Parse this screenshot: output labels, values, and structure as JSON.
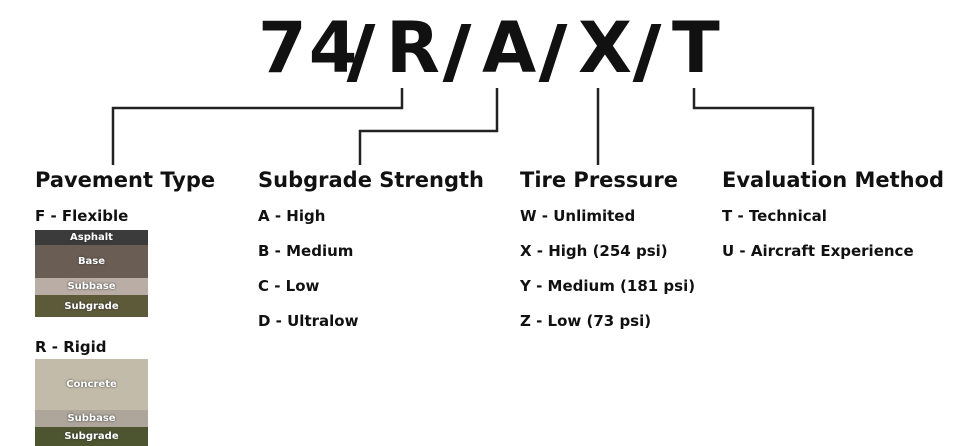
{
  "code": {
    "part1": "74",
    "part2": "R",
    "part3": "A",
    "part4": "X",
    "part5": "T"
  },
  "columns": {
    "pavement": {
      "heading": "Pavement Type",
      "flexible_label": "F - Flexible",
      "flexible_layers": [
        "Asphalt",
        "Base",
        "Subbase",
        "Subgrade"
      ],
      "rigid_label": "R - Rigid",
      "rigid_layers": [
        "Concrete",
        "Subbase",
        "Subgrade"
      ]
    },
    "subgrade": {
      "heading": "Subgrade Strength",
      "items": [
        "A - High",
        "B - Medium",
        "C - Low",
        "D - Ultralow"
      ]
    },
    "tire": {
      "heading": "Tire Pressure",
      "items": [
        "W - Unlimited",
        "X - High (254 psi)",
        "Y - Medium (181 psi)",
        "Z - Low (73 psi)"
      ]
    },
    "evaluation": {
      "heading": "Evaluation Method",
      "items": [
        "T - Technical",
        "U - Aircraft Experience"
      ]
    }
  },
  "colors": {
    "asphalt": "#3b3b3b",
    "base": "#6a5d53",
    "subbase": "#b9ada5",
    "subgrade": "#5d5a3a",
    "concrete": "#c3bba9",
    "rigid_subbase": "#aea69b",
    "rigid_subgrade": "#4c5530"
  }
}
